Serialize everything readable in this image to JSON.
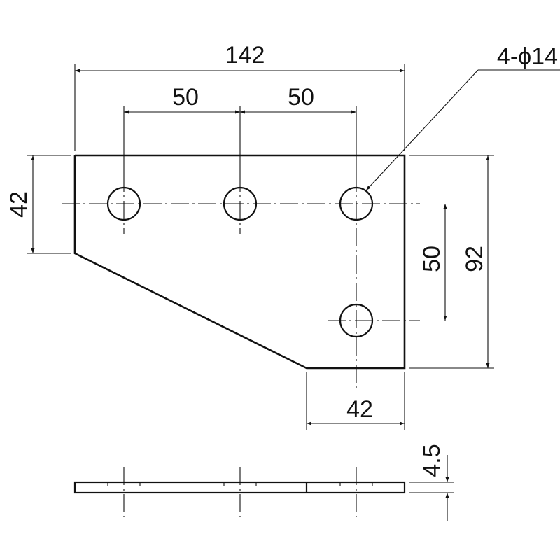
{
  "dimensions": {
    "total_width": "142",
    "hole_pitch_left": "50",
    "hole_pitch_right": "50",
    "left_edge_height": "42",
    "vertical_hole_pitch": "50",
    "total_height": "92",
    "bottom_edge_width": "42",
    "thickness": "4.5",
    "hole_callout": "4-ϕ14"
  },
  "colors": {
    "line": "#111111",
    "background": "#ffffff"
  }
}
